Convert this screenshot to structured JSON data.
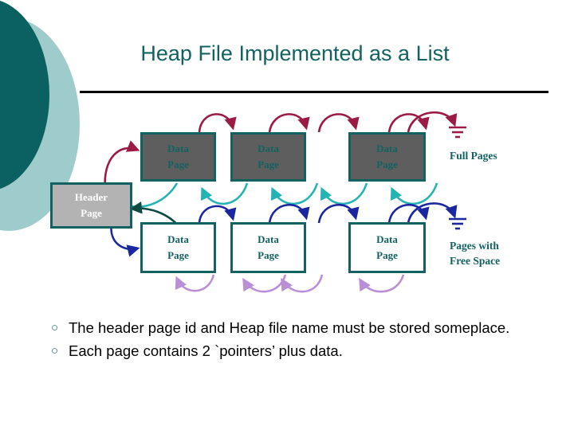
{
  "slide": {
    "title": "Heap File Implemented as a List",
    "accent_color": "#136161",
    "deco_dark_color": "#0b6161",
    "deco_light_color": "#9ecccc",
    "rule_color": "#000000"
  },
  "diagram": {
    "header_page": {
      "line1": "Header",
      "line2": "Page",
      "fill": "#b3b3b3",
      "border": "#136161",
      "text_color": "#ffffff"
    },
    "full_pages_row": {
      "caption": "Full Pages",
      "fill": "#5e5e5e",
      "border": "#136161",
      "text_color": "#136161",
      "forward_arc_color": "#9b1b44",
      "back_arc_color": "#26b3b3",
      "boxes": [
        {
          "line1": "Data",
          "line2": "Page"
        },
        {
          "line1": "Data",
          "line2": "Page"
        },
        {
          "line1": "Data",
          "line2": "Page"
        }
      ]
    },
    "free_pages_row": {
      "caption_line1": "Pages with",
      "caption_line2": "Free Space",
      "fill": "#ffffff",
      "border": "#136161",
      "text_color": "#136161",
      "forward_arc_color": "#1b27a0",
      "back_arc_color": "#bb8fd6",
      "boxes": [
        {
          "line1": "Data",
          "line2": "Page"
        },
        {
          "line1": "Data",
          "line2": "Page"
        },
        {
          "line1": "Data",
          "line2": "Page"
        }
      ]
    },
    "terminator_icon": "ground-terminator-icon"
  },
  "bullets": {
    "marker": "○",
    "items": [
      "The header page id and Heap file name must be stored someplace.",
      "Each page contains 2 `pointers’ plus data."
    ]
  }
}
